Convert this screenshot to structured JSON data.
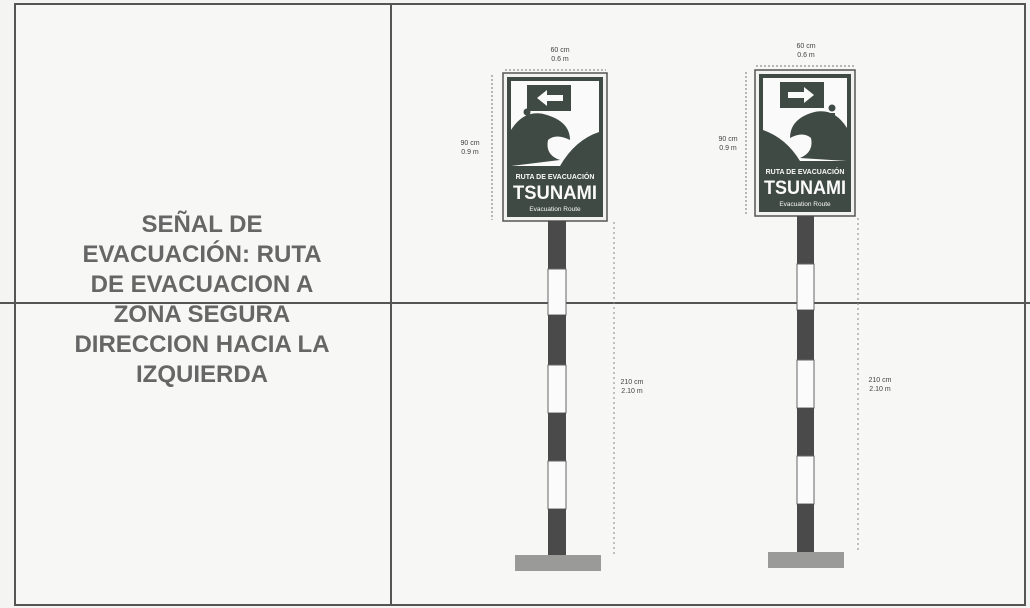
{
  "caption_lines": [
    "SEÑAL DE",
    "EVACUACIÓN: RUTA",
    "DE EVACUACION A",
    "ZONA SEGURA",
    "DIRECCION HACIA LA",
    "IZQUIERDA"
  ],
  "signs": [
    {
      "arrow": "arrow-left-icon",
      "width_cm": "60 cm",
      "width_m": "0.6 m",
      "height_cm": "90 cm",
      "height_m": "0.9 m",
      "pole_cm": "210 cm",
      "pole_m": "2.10 m",
      "route_label": "RUTA DE EVACUACIÓN",
      "title": "TSUNAMI",
      "subtitle": "Evacuation Route"
    },
    {
      "arrow": "arrow-right-icon",
      "width_cm": "60 cm",
      "width_m": "0.6 m",
      "height_cm": "90 cm",
      "height_m": "0.9 m",
      "pole_cm": "210 cm",
      "pole_m": "2.10 m",
      "route_label": "RUTA DE EVACUACIÓN",
      "title": "TSUNAMI",
      "subtitle": "Evacuation Route"
    }
  ],
  "colors": {
    "sign_green": "#3f4a44",
    "pole_dark": "#4a4a4a",
    "base_gray": "#9a9a98"
  }
}
